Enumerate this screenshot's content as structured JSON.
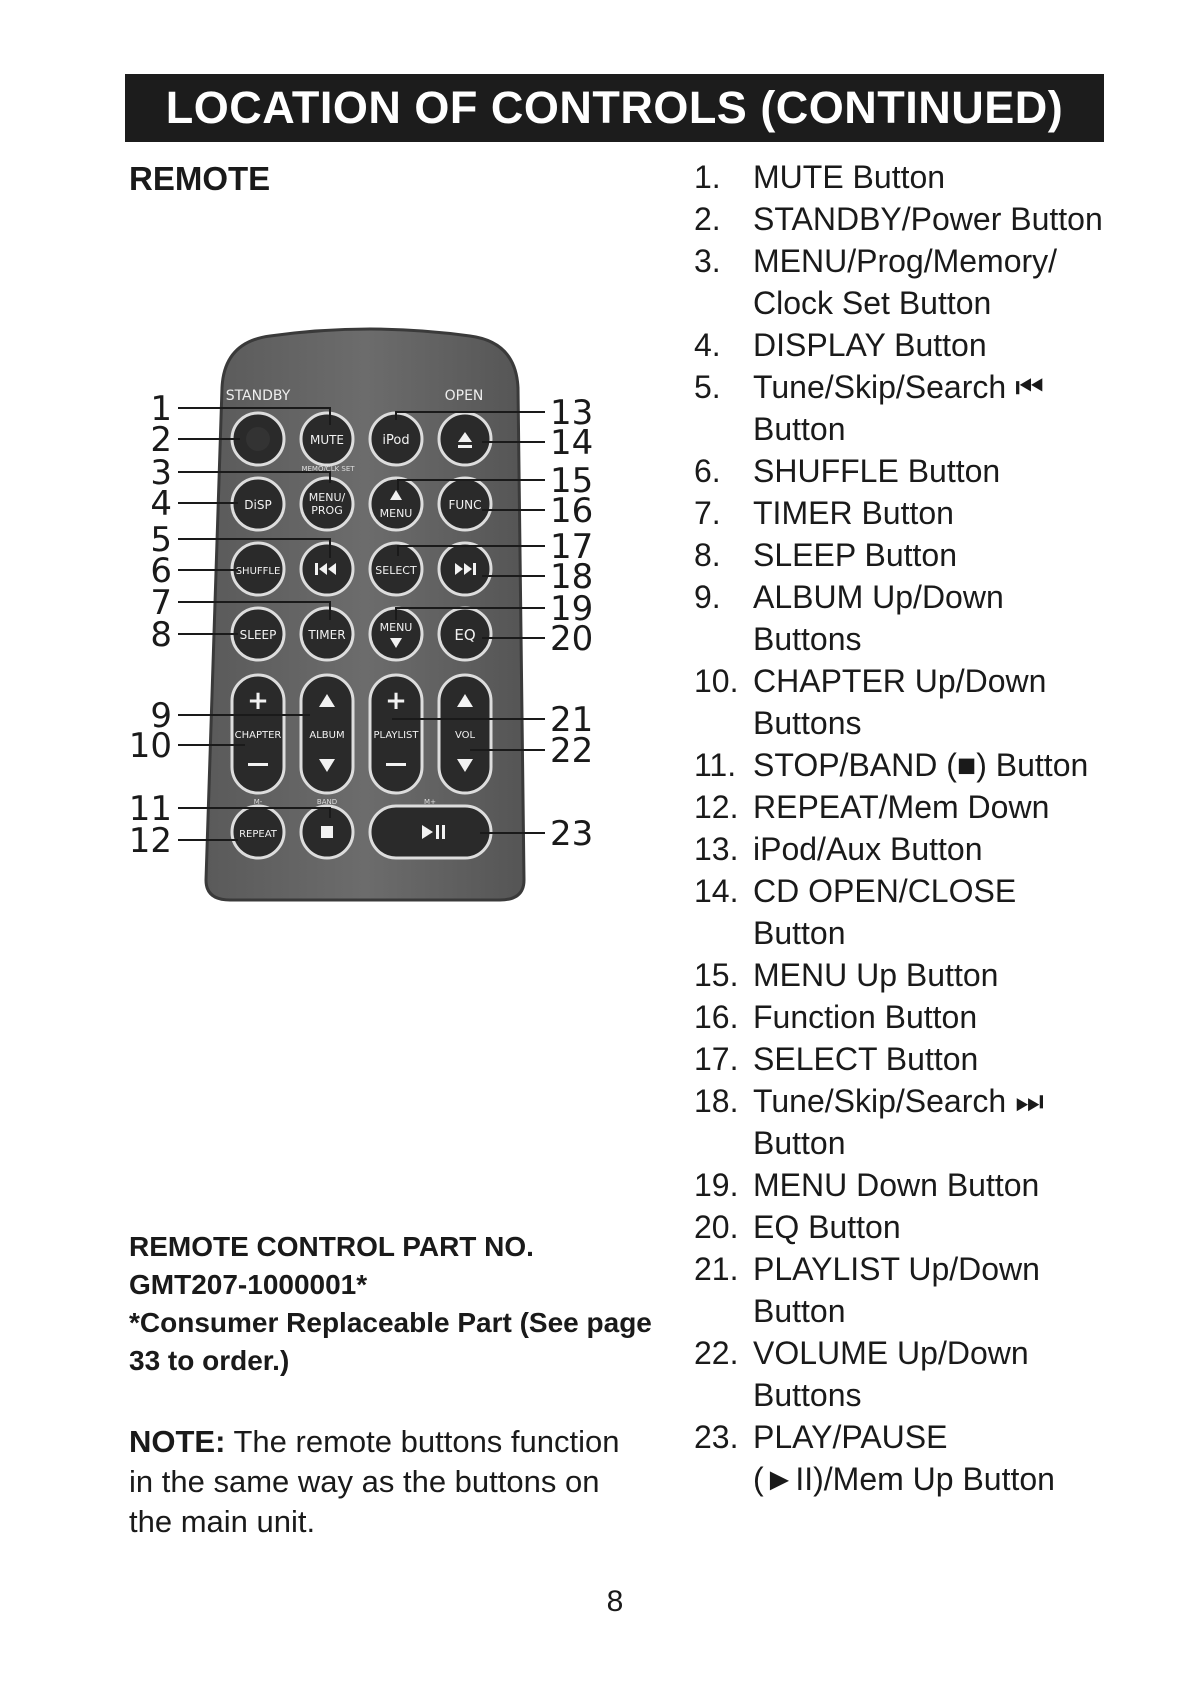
{
  "title": "LOCATION OF CONTROLS (CONTINUED)",
  "section_label": "REMOTE",
  "remote": {
    "labels": {
      "standby": "STANDBY",
      "open": "OPEN",
      "mute": "MUTE",
      "ipod": "iPod",
      "clock_set": "MEMO/CLK SET",
      "disp": "DiSP",
      "menu_prog_1": "MENU/",
      "menu_prog_2": "PROG",
      "menu_up": "MENU",
      "func": "FUNC",
      "shuffle": "SHUFFLE",
      "select": "SELECT",
      "sleep": "SLEEP",
      "timer": "TIMER",
      "menu_down": "MENU",
      "eq": "EQ",
      "chapter": "CHAPTER",
      "album": "ALBUM",
      "playlist": "PLAYLIST",
      "vol": "VOL",
      "m_minus": "M-",
      "band": "BAND",
      "m_plus": "M+",
      "repeat": "REPEAT"
    },
    "callouts_left": [
      "1",
      "2",
      "3",
      "4",
      "5",
      "6",
      "7",
      "8",
      "9",
      "10",
      "11",
      "12"
    ],
    "callouts_right": [
      "13",
      "14",
      "15",
      "16",
      "17",
      "18",
      "19",
      "20",
      "21",
      "22",
      "23"
    ]
  },
  "part_info": {
    "line1": "REMOTE CONTROL PART NO.",
    "line2": "GMT207-1000001*",
    "line3": "*Consumer Replaceable Part (See page",
    "line4": "33 to order.)"
  },
  "note": {
    "label": "NOTE:",
    "line1": " The remote buttons function",
    "line2": "in the same way as the buttons on",
    "line3": "the main unit."
  },
  "controls": [
    {
      "num": "1.",
      "lines": [
        "MUTE Button"
      ]
    },
    {
      "num": "2.",
      "lines": [
        "STANDBY/Power Button"
      ]
    },
    {
      "num": "3.",
      "lines": [
        "MENU/Prog/Memory/",
        "Clock Set Button"
      ]
    },
    {
      "num": "4.",
      "lines": [
        "DISPLAY Button"
      ]
    },
    {
      "num": "5.",
      "lines": [
        "Tune/Skip/Search ⏮",
        "Button"
      ]
    },
    {
      "num": "6.",
      "lines": [
        "SHUFFLE Button"
      ]
    },
    {
      "num": "7.",
      "lines": [
        "TIMER Button"
      ]
    },
    {
      "num": "8.",
      "lines": [
        "SLEEP Button"
      ]
    },
    {
      "num": "9.",
      "lines": [
        "ALBUM Up/Down",
        "Buttons"
      ]
    },
    {
      "num": "10.",
      "lines": [
        "CHAPTER Up/Down",
        "Buttons"
      ]
    },
    {
      "num": "11.",
      "lines": [
        "STOP/BAND (■) Button"
      ]
    },
    {
      "num": "12.",
      "lines": [
        "REPEAT/Mem Down"
      ]
    },
    {
      "num": "13.",
      "lines": [
        "iPod/Aux Button"
      ]
    },
    {
      "num": "14.",
      "lines": [
        "CD OPEN/CLOSE",
        "Button"
      ]
    },
    {
      "num": "15.",
      "lines": [
        "MENU Up Button"
      ]
    },
    {
      "num": "16.",
      "lines": [
        "Function Button"
      ]
    },
    {
      "num": "17.",
      "lines": [
        "SELECT Button"
      ]
    },
    {
      "num": "18.",
      "lines": [
        "Tune/Skip/Search ⏭",
        "Button"
      ]
    },
    {
      "num": "19.",
      "lines": [
        "MENU Down Button"
      ]
    },
    {
      "num": "20.",
      "lines": [
        "EQ Button"
      ]
    },
    {
      "num": "21.",
      "lines": [
        "PLAYLIST Up/Down",
        "Button"
      ]
    },
    {
      "num": "22.",
      "lines": [
        "VOLUME Up/Down",
        "Buttons"
      ]
    },
    {
      "num": "23.",
      "lines": [
        "PLAY/PAUSE",
        "(►II)/Mem Up Button"
      ]
    }
  ],
  "page_number": "8"
}
